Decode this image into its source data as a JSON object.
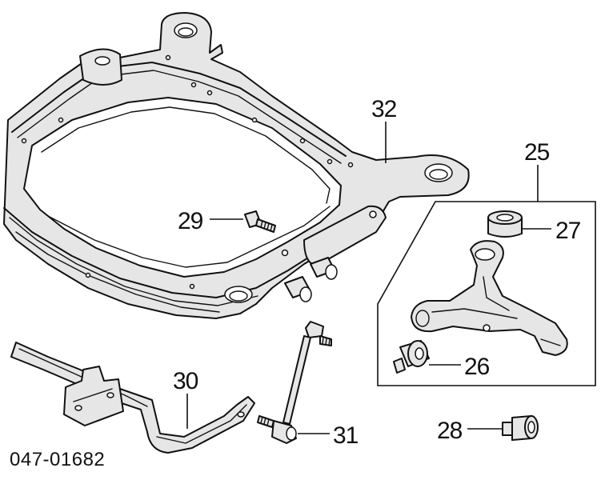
{
  "colors": {
    "part_fill": "#e6e6e6",
    "part_shadow": "#bdbdbd",
    "ink": "#111111",
    "background": "#ffffff"
  },
  "parts": {
    "crossmember": "32",
    "lower_arm_assembly": "25",
    "arm_bushing_top": "27",
    "arm_bushing_front": "26",
    "bushing_separate": "28",
    "bolt": "29",
    "stabilizer_bar": "30",
    "stabilizer_link": "31"
  },
  "diagram_code": "047-01682"
}
